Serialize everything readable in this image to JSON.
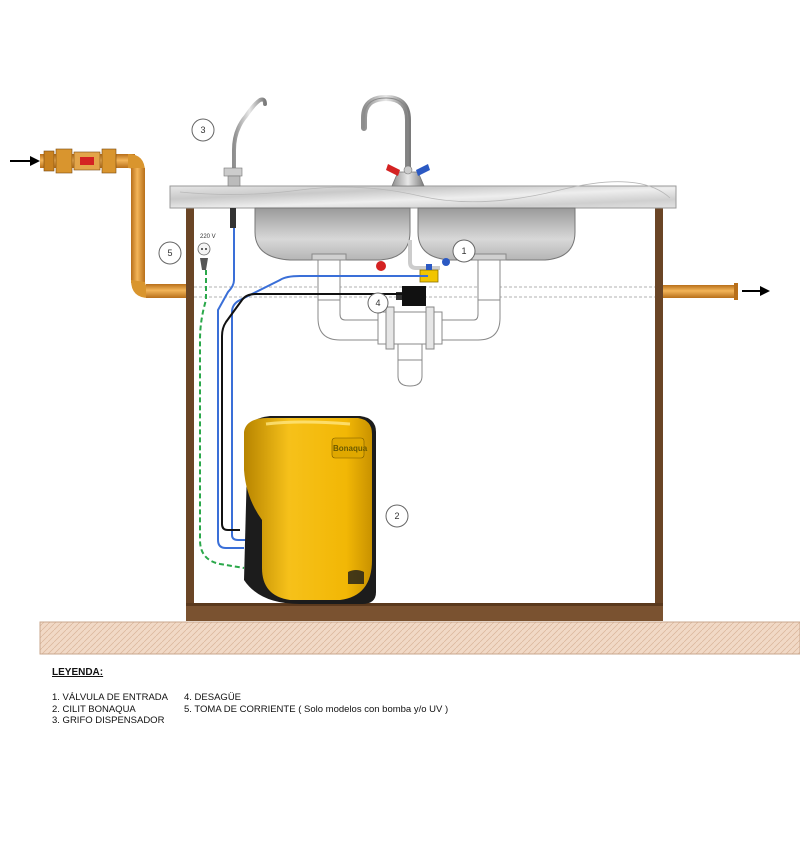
{
  "markers": {
    "m1": "1",
    "m2": "2",
    "m3": "3",
    "m4": "4",
    "m5": "5"
  },
  "voltage_label": "220 V",
  "unit_brand": "Bonaqua",
  "legend": {
    "title": "LEYENDA:",
    "items": [
      "1. VÁLVULA DE ENTRADA",
      "2. CILIT  BONAQUA",
      "3. GRIFO  DISPENSADOR",
      "4. DESAGÜE",
      "5. TOMA DE CORRIENTE  ( Solo modelos con bomba  y/o UV )"
    ]
  },
  "colors": {
    "copper": "#d9952e",
    "cabinet": "#6a4526",
    "unit_yellow": "#f2b705",
    "cold_line": "#3a6fd8",
    "drain_line": "#111111",
    "power_line": "#2aa84a",
    "hot_handle": "#d42222",
    "cold_handle": "#2b59c3"
  }
}
